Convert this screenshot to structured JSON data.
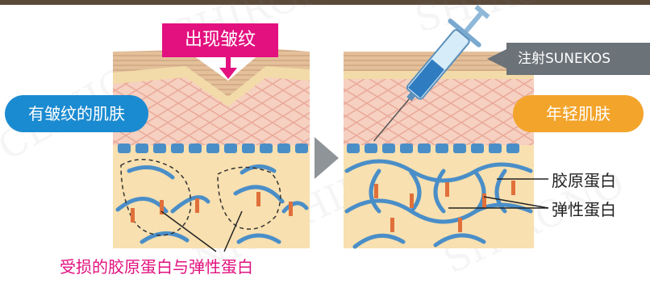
{
  "diagram": {
    "top_callout": "出现皱纹",
    "left_bubble": "有皱纹的肌肤",
    "right_bubble": "年轻肌肤",
    "injection_tag": "注射SUNEKOS",
    "label_collagen": "胶原蛋白",
    "label_elastin": "弹性蛋白",
    "bottom_caption": "受损的胶原蛋白与弹性蛋白",
    "watermark": "SHIRONO CLINIC"
  },
  "colors": {
    "pink": "#e2117f",
    "blue_bubble": "#1b8bd1",
    "orange_bubble": "#f3a42b",
    "gray_tag": "#6b7278",
    "fiber_blue": "#4a8ec8",
    "fiber_orange": "#e0703a",
    "dermis": "#f8e0b0",
    "epidermis": "#f5c9b6"
  }
}
